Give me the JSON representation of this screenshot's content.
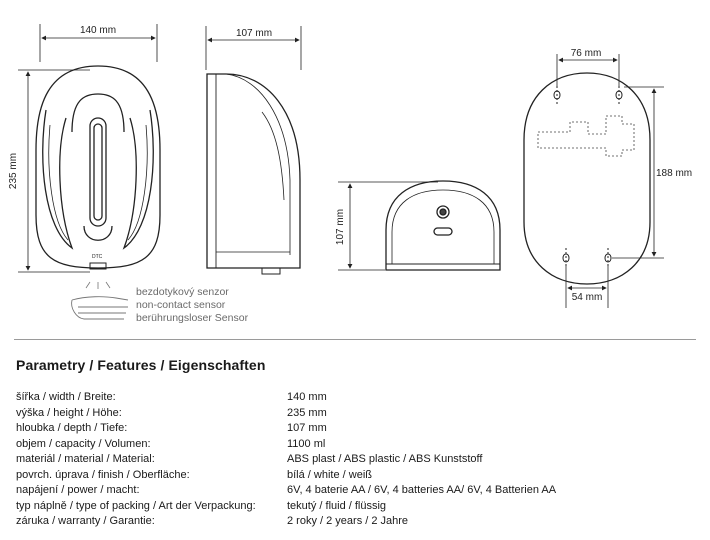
{
  "dimensions": {
    "front_width": "140 mm",
    "front_height": "235 mm",
    "side_depth": "107 mm",
    "bottom_depth": "107 mm",
    "back_hole_spacing_top": "76 mm",
    "back_hole_spacing_bottom": "54 mm",
    "back_height": "188 mm"
  },
  "sensor_labels": {
    "cz": "bezdotykový senzor",
    "en": "non-contact sensor",
    "de": "berührungsloser Sensor"
  },
  "params_heading": "Parametry / Features / Eigenschaften",
  "params": [
    {
      "label": "šířka / width / Breite:",
      "value": "140 mm"
    },
    {
      "label": "výška / height / Höhe:",
      "value": "235 mm"
    },
    {
      "label": "hloubka / depth / Tiefe:",
      "value": "107 mm"
    },
    {
      "label": "objem / capacity  / Volumen:",
      "value": "1100 ml"
    },
    {
      "label": "materiál / material / Material:",
      "value": "ABS plast / ABS plastic / ABS Kunststoff"
    },
    {
      "label": "povrch. úprava / finish / Oberfläche:",
      "value": "bílá / white / weiß"
    },
    {
      "label": "napájení / power / macht:",
      "value": "6V, 4 baterie AA / 6V, 4 batteries AA/ 6V, 4 Batterien AA"
    },
    {
      "label": "typ náplně / type of packing / Art der Verpackung:",
      "value": "tekutý / fluid / flüssig"
    },
    {
      "label": "záruka / warranty / Garantie:",
      "value": "2 roky / 2 years / 2 Jahre"
    }
  ]
}
